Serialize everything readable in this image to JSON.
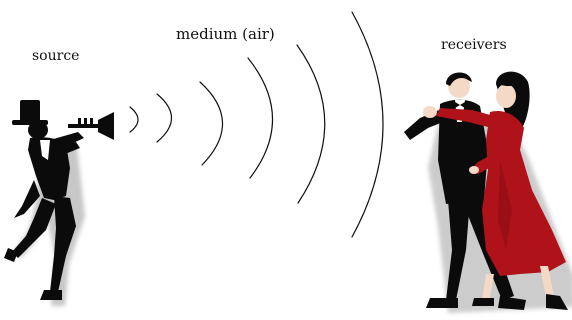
{
  "labels": {
    "source": "source",
    "medium": "medium (air)",
    "receivers": "receivers"
  },
  "colors": {
    "silhouette": "#0b0b0b",
    "dress": "#b01219",
    "skin": "#f3d9c6",
    "wave": "#111111"
  },
  "icons": {
    "source": "trumpet-player-icon",
    "receivers": "dancing-couple-icon"
  }
}
